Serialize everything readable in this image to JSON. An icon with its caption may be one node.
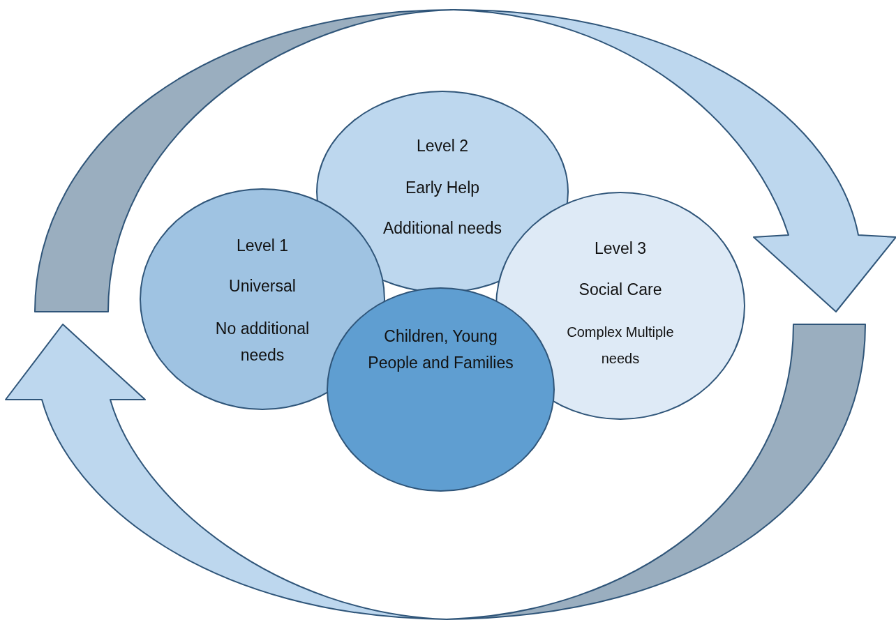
{
  "diagram": {
    "nodes": [
      {
        "text": [
          "Level 2",
          "Early Help",
          "Additional needs"
        ]
      },
      {
        "text": [
          "Level 1",
          "Universal",
          "No additional needs"
        ]
      },
      {
        "text": [
          "Level 3",
          "Social Care",
          "Complex Multiple needs"
        ]
      },
      {
        "text": [
          "Children, Young People and Families"
        ]
      }
    ]
  }
}
